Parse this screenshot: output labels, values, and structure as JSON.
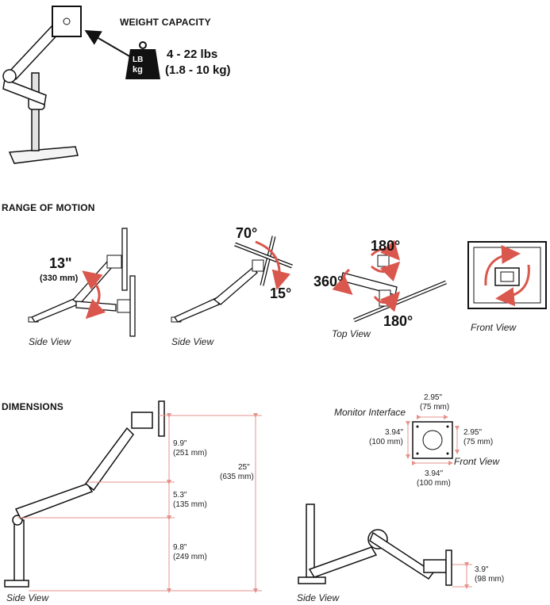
{
  "weight": {
    "heading": "WEIGHT CAPACITY",
    "badge_top": "LB",
    "badge_bottom": "kg",
    "range_lbs": "4 - 22 lbs",
    "range_kg": "(1.8 - 10 kg)"
  },
  "motion": {
    "heading": "RANGE OF MOTION",
    "lift": "13\"",
    "lift_metric": "(330 mm)",
    "tilt_up": "70°",
    "tilt_down": "15°",
    "pan_top": "180°",
    "rotate": "360°",
    "pan_bottom": "180°",
    "views": [
      "Side View",
      "Side View",
      "Top View",
      "Front View"
    ]
  },
  "dimensions": {
    "heading": "DIMENSIONS",
    "side_view": "Side View",
    "side_view_2": "Side View",
    "seg_top": "9.9\"",
    "seg_top_mm": "(251 mm)",
    "seg_mid": "5.3\"",
    "seg_mid_mm": "(135 mm)",
    "seg_low": "9.8\"",
    "seg_low_mm": "(249 mm)",
    "total": "25\"",
    "total_mm": "(635 mm)",
    "monitor_interface": "Monitor Interface",
    "vesa_top": "2.95\"",
    "vesa_top_mm": "(75 mm)",
    "vesa_left": "3.94\"",
    "vesa_left_mm": "(100 mm)",
    "vesa_right": "2.95\"",
    "vesa_right_mm": "(75 mm)",
    "vesa_bottom": "3.94\"",
    "vesa_bottom_mm": "(100 mm)",
    "front_view": "Front View",
    "clearance": "3.9\"",
    "clearance_mm": "(98 mm)"
  },
  "colors": {
    "arrow_red": "#d9574d",
    "dim_line": "#e4938c",
    "ink": "#111111",
    "pole": "#d8d8d8",
    "arrow_gray": "#333333"
  }
}
